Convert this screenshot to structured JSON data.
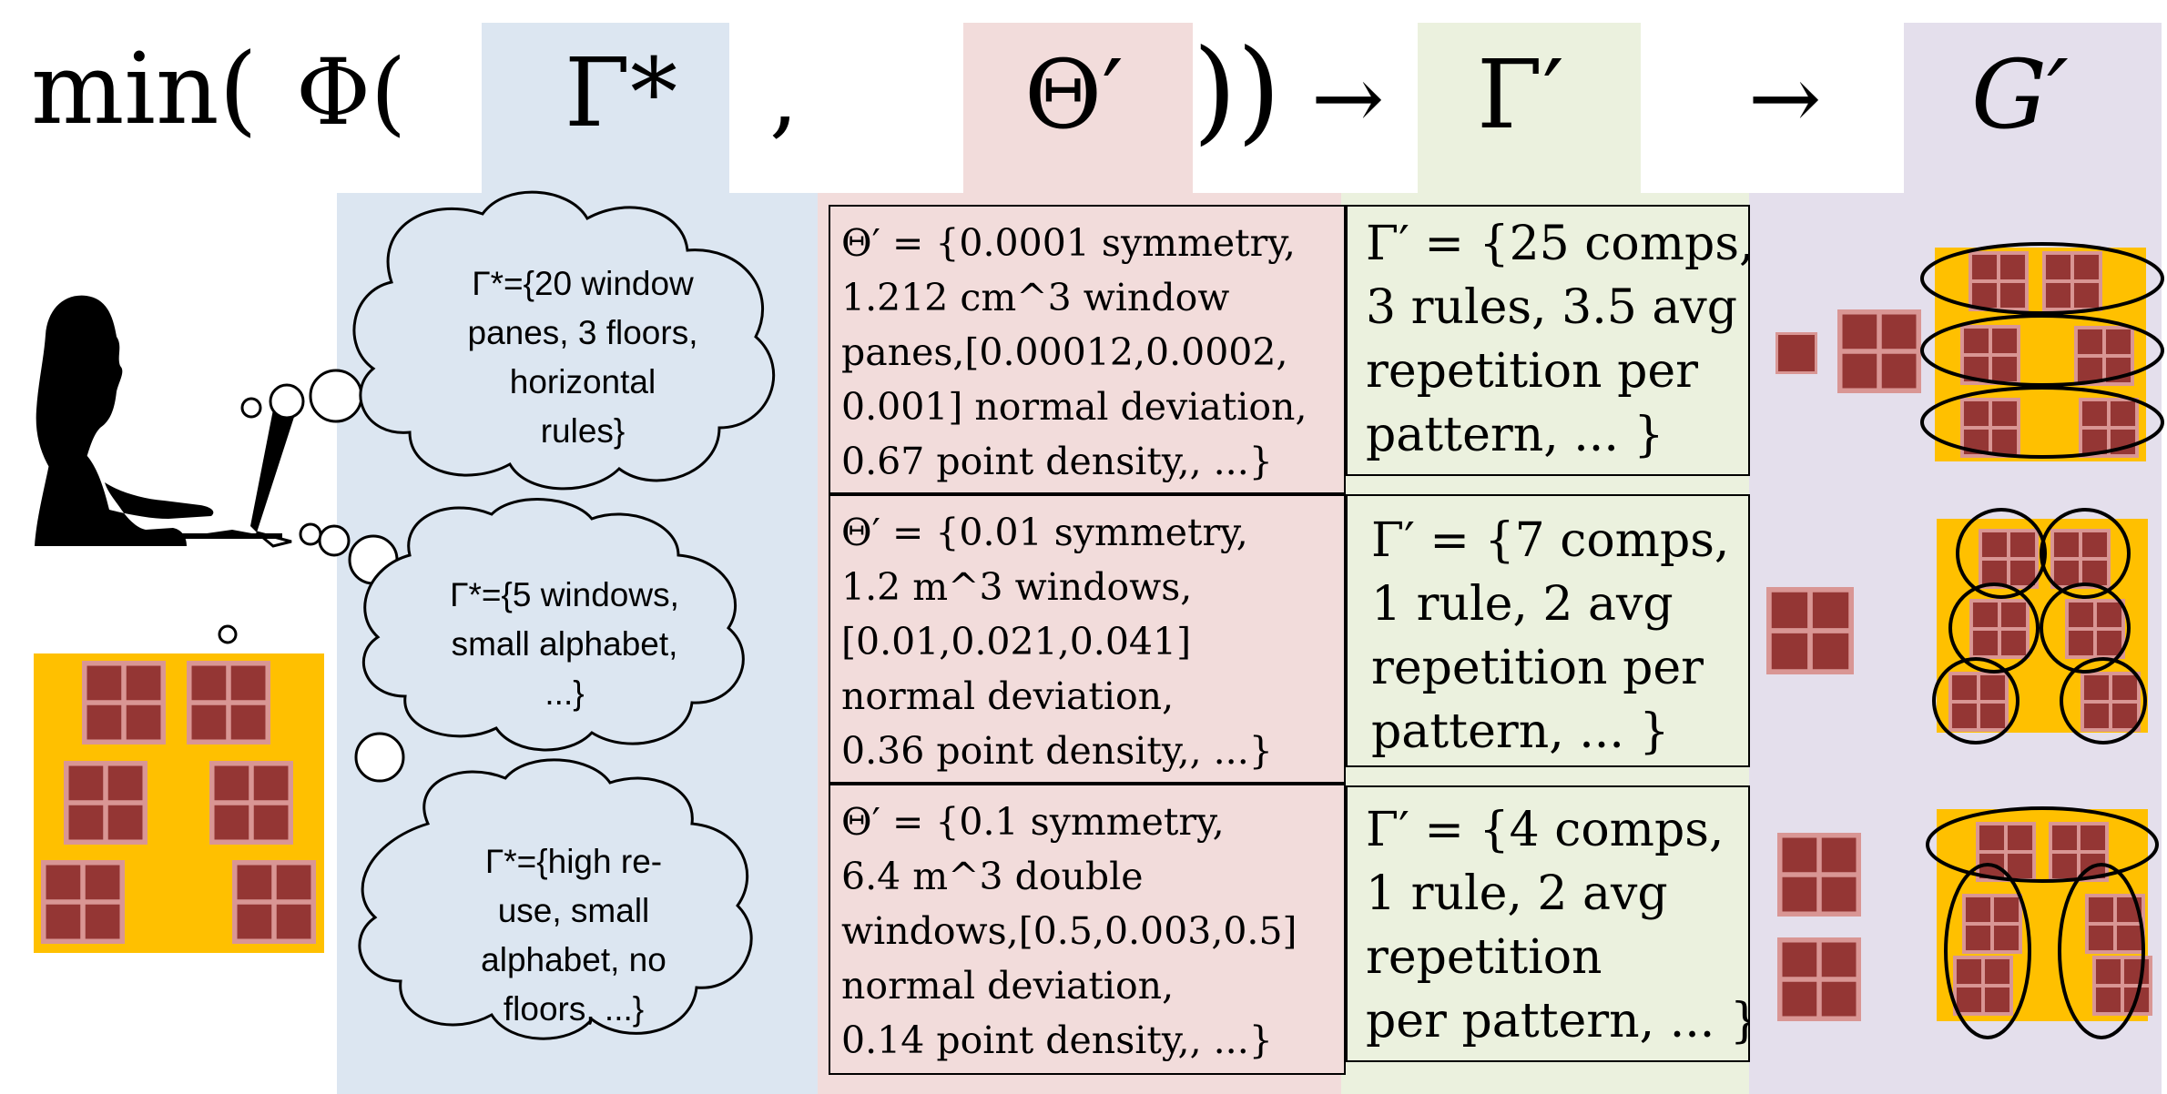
{
  "equation": {
    "min": "min(",
    "phi": "Φ(",
    "gamma_star": "Γ*",
    "comma": ",",
    "theta_prime": "Θ′",
    "close": "))",
    "arrow1": "→",
    "gamma_prime": "Γ′",
    "arrow2": "→",
    "g_prime": "G′"
  },
  "band_colors": {
    "gamma_star": "#dce6f1",
    "theta_prime": "#f2dcdb",
    "gamma_prime": "#ebf1de",
    "g_prime": "#e4dfec"
  },
  "thought_clouds": [
    {
      "lines": [
        "Γ*={20 window",
        "panes, 3 floors,",
        "horizontal",
        "rules}"
      ]
    },
    {
      "lines": [
        "Γ*={5 windows,",
        "small alphabet,",
        "...}"
      ]
    },
    {
      "lines": [
        "Γ*={high re-",
        "use, small",
        "alphabet, no",
        "floors, ...}"
      ]
    }
  ],
  "theta_boxes": [
    {
      "lines": [
        "Θ′ = {0.0001 symmetry,",
        "1.212 cm^3 window",
        "panes,[0.00012,0.0002,",
        "0.001] normal deviation,",
        "0.67 point density,, ...}"
      ]
    },
    {
      "lines": [
        "Θ′ = {0.01 symmetry,",
        "1.2 m^3 windows,",
        "[0.01,0.021,0.041]",
        "normal deviation,",
        "0.36 point density,, ...}"
      ]
    },
    {
      "lines": [
        "Θ′ = {0.1 symmetry,",
        "6.4 m^3 double",
        "windows,[0.5,0.003,0.5]",
        "normal deviation,",
        "0.14 point density,, ...}"
      ]
    }
  ],
  "gamma_boxes": [
    {
      "lines": [
        "Γ′ = {25 comps,",
        "3 rules, 3.5 avg",
        "repetition per",
        "pattern, ... }"
      ]
    },
    {
      "lines": [
        "Γ′ = {7 comps,",
        "1 rule, 2 avg",
        "repetition per",
        "pattern, ... }"
      ]
    },
    {
      "lines": [
        "Γ′ = {4 comps,",
        "1 rule, 2 avg",
        "repetition",
        "per pattern, ... }"
      ]
    }
  ],
  "icons": {
    "person": "person-at-computer-icon",
    "facade": "building-facade-icon",
    "window": "window-icon"
  },
  "colors": {
    "facade": "#ffc000",
    "window_frame": "#d99694",
    "window_pane": "#943634",
    "outline": "#000000"
  }
}
